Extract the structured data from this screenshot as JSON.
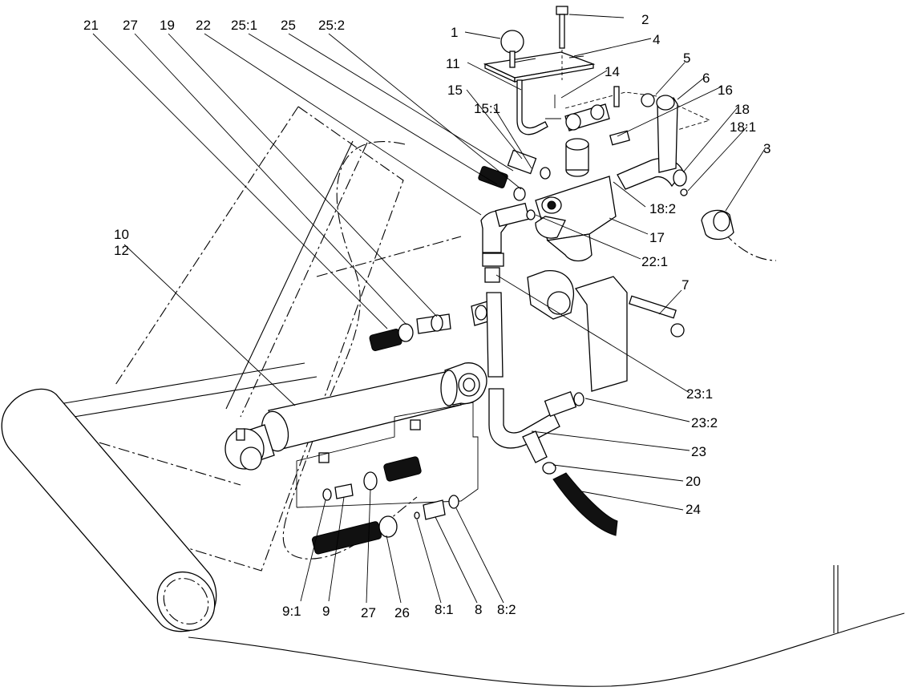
{
  "labels": {
    "l1": "1",
    "l2": "2",
    "l3": "3",
    "l4": "4",
    "l5": "5",
    "l6": "6",
    "l7": "7",
    "l8": "8",
    "l8_1": "8:1",
    "l8_2": "8:2",
    "l9": "9",
    "l9_1": "9:1",
    "l10": "10",
    "l11": "11",
    "l12": "12",
    "l14": "14",
    "l15": "15",
    "l15_1": "15:1",
    "l16": "16",
    "l17": "17",
    "l18": "18",
    "l18_1": "18:1",
    "l18_2": "18:2",
    "l19": "19",
    "l20": "20",
    "l21": "21",
    "l22": "22",
    "l22_1": "22:1",
    "l23": "23",
    "l23_1": "23:1",
    "l23_2": "23:2",
    "l24": "24",
    "l25": "25",
    "l25_1": "25:1",
    "l25_2": "25:2",
    "l26": "26",
    "l27_top": "27",
    "l27_bottom": "27"
  }
}
